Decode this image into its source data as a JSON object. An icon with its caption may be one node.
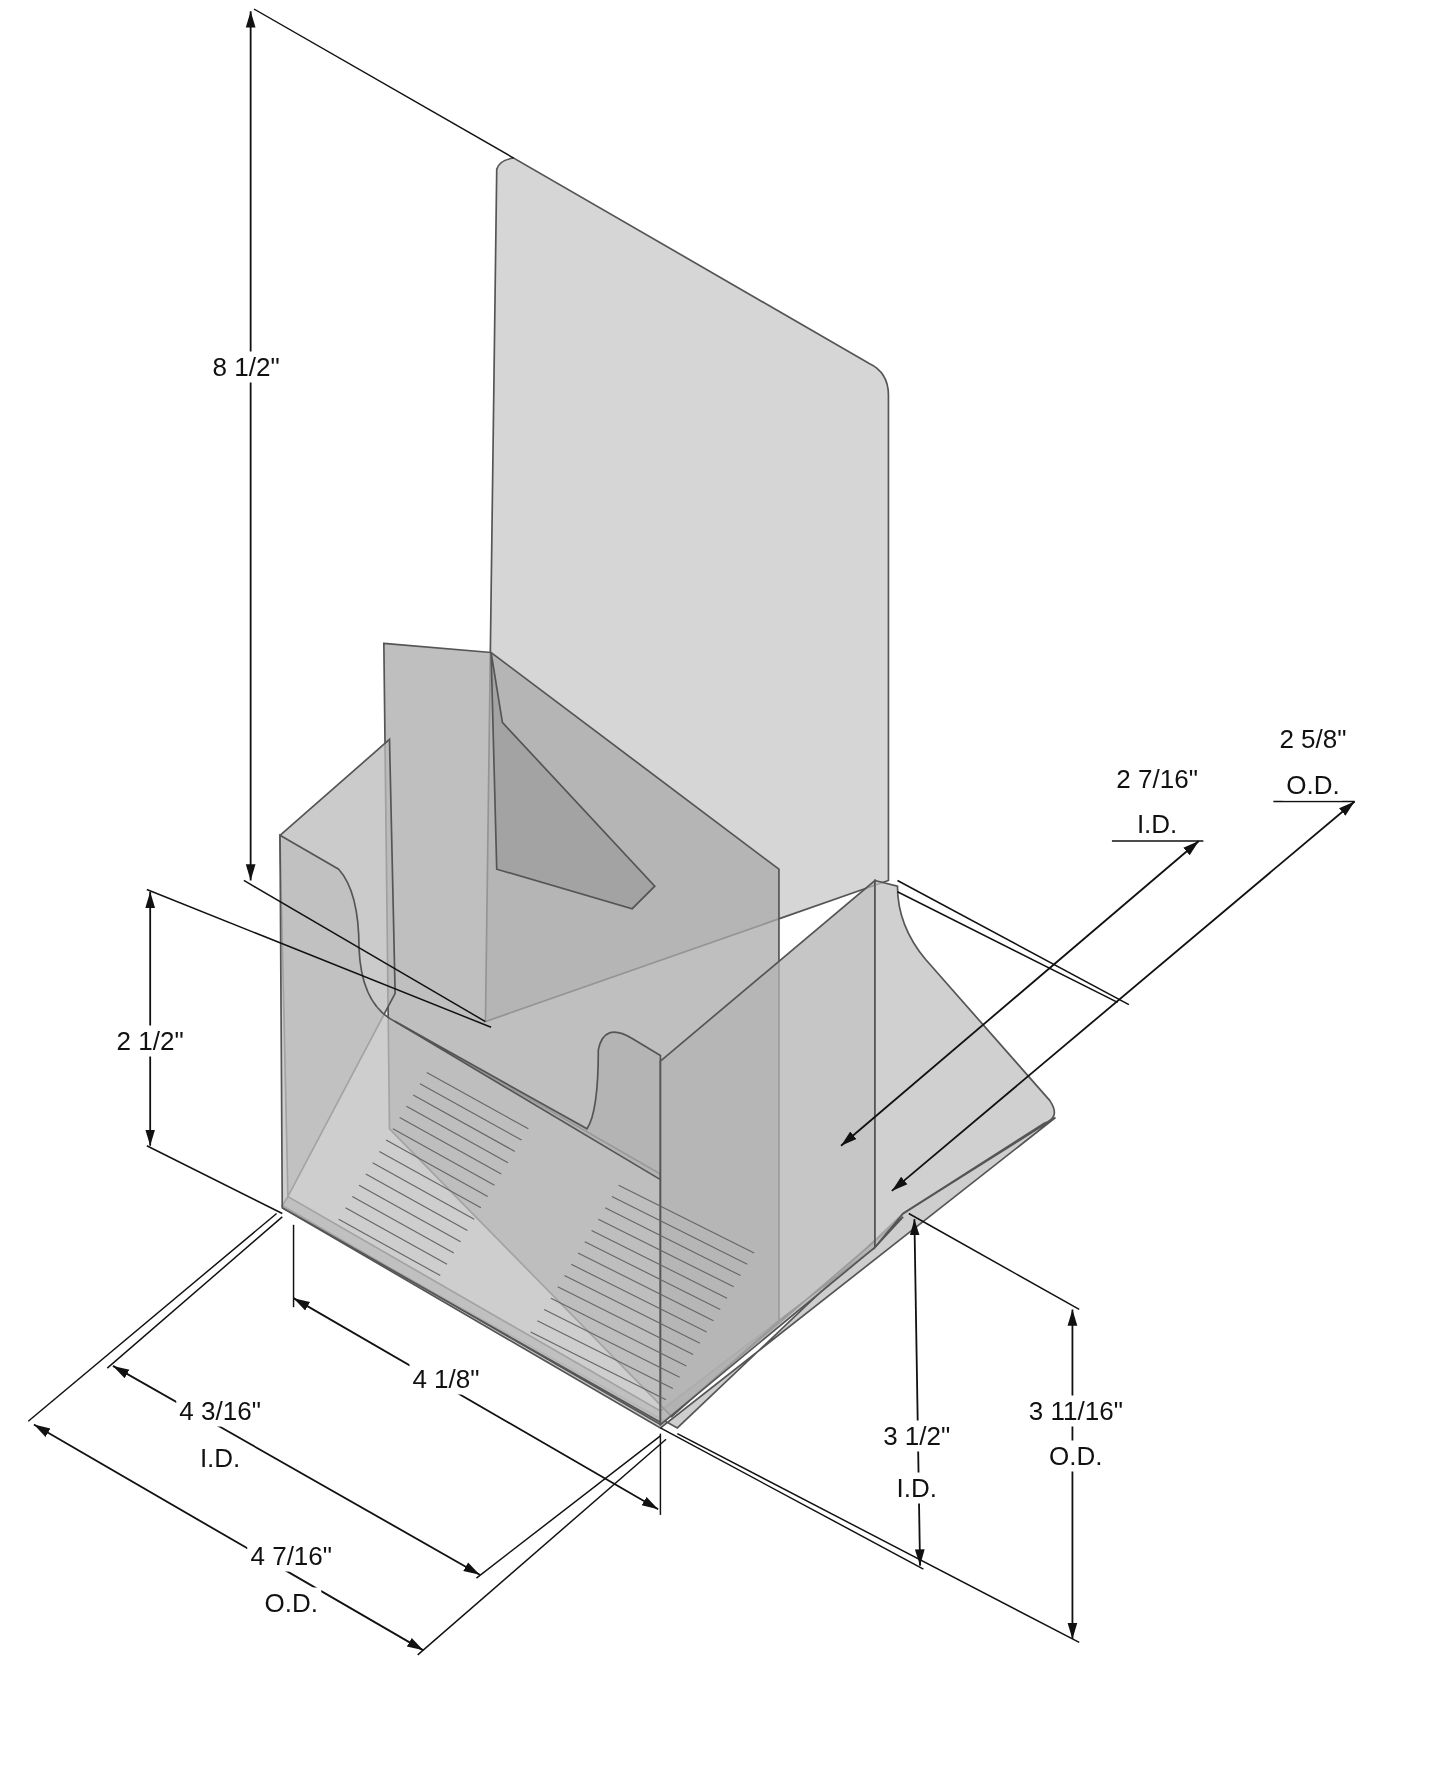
{
  "diagram": {
    "labels": [
      "8 1/2\"",
      "2 7/16\"",
      "I.D.",
      "2 5/8\"",
      "O.D.",
      "2 1/2\"",
      "4 1/8\"",
      "4 3/16\"",
      "I.D.",
      "3 1/2\"",
      "I.D.",
      "3 11/16\"",
      "O.D.",
      "4 7/16\"",
      "O.D."
    ]
  }
}
